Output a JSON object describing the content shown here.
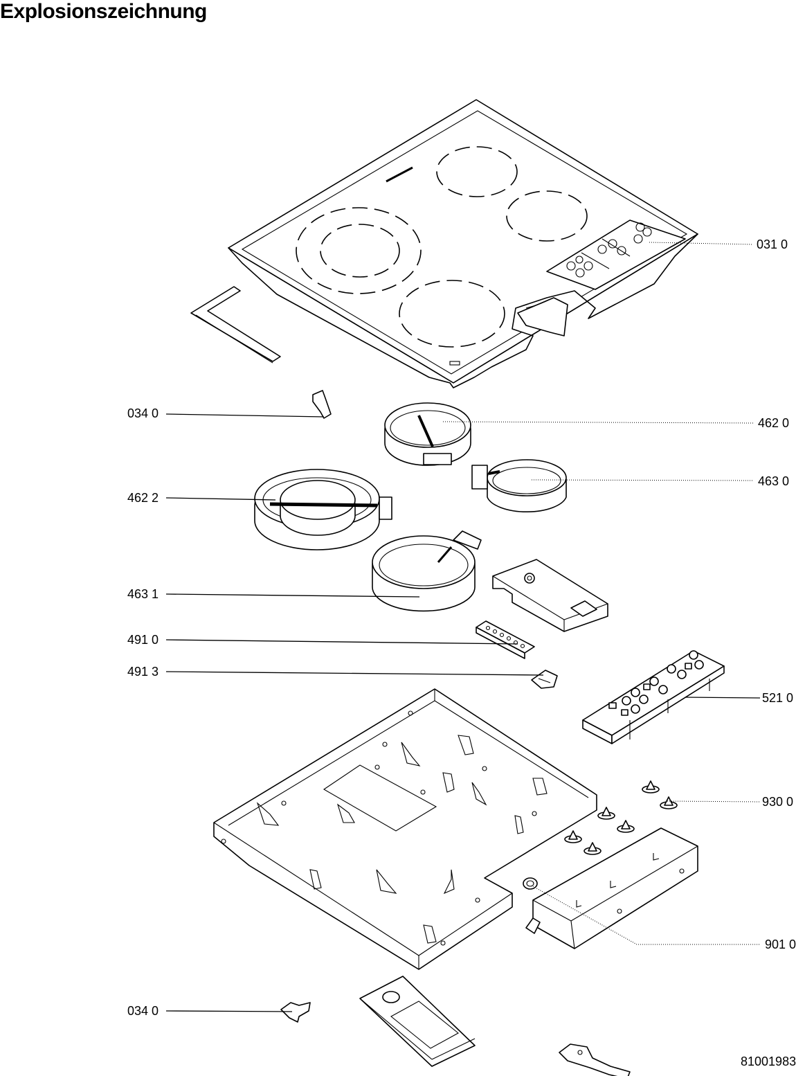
{
  "title": "Explosionszeichnung",
  "drawing_number": "81001983",
  "labels": {
    "l0310": "031 0",
    "l0340a": "034 0",
    "l4620": "462 0",
    "l4630": "463 0",
    "l4622": "462 2",
    "l4631": "463 1",
    "l4910": "491 0",
    "l4913": "491 3",
    "l5210": "521 0",
    "l9300": "930 0",
    "l9010": "901 0",
    "l0340b": "034 0"
  }
}
